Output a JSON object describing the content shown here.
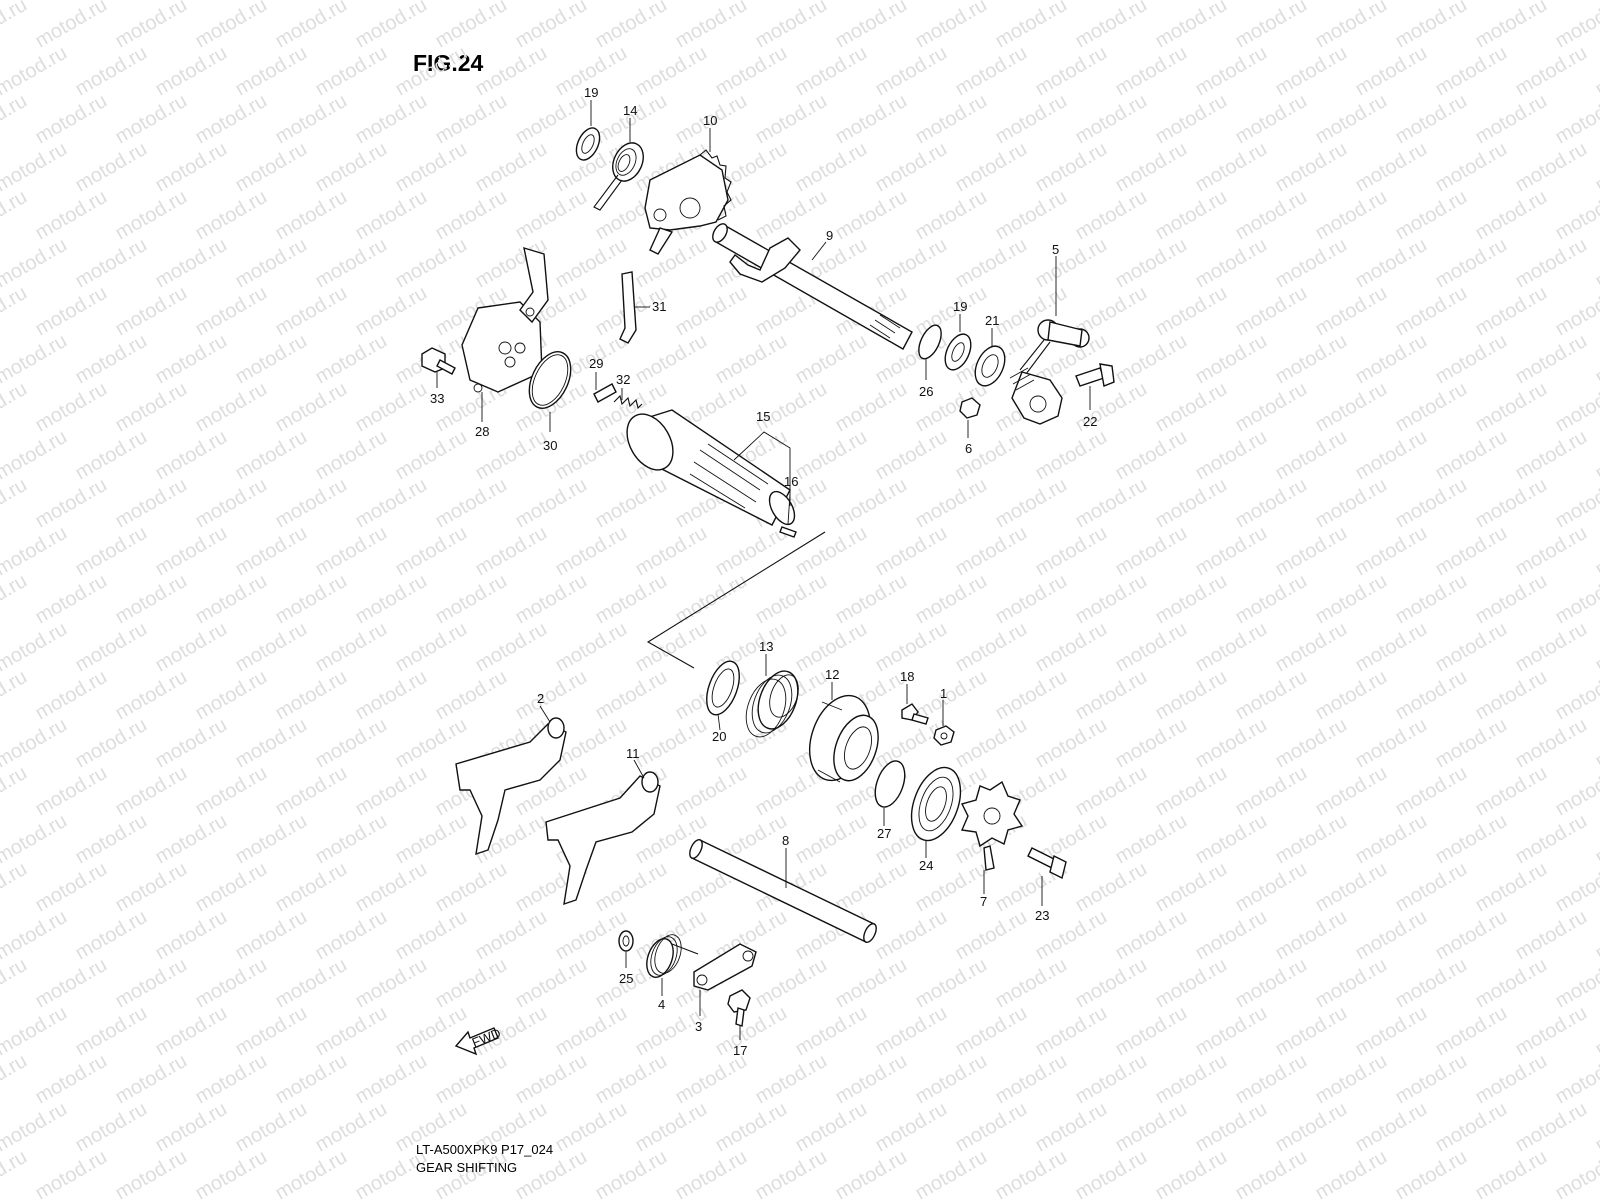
{
  "figure": {
    "title": "FIG.24",
    "model_code": "LT-A500XPK9 P17_024",
    "caption": "GEAR SHIFTING",
    "fwd_label": "FWD",
    "watermark": "motod.ru"
  },
  "callouts": [
    "19",
    "14",
    "10",
    "9",
    "31",
    "5",
    "19",
    "21",
    "33",
    "28",
    "30",
    "29",
    "32",
    "15",
    "16",
    "26",
    "6",
    "22",
    "13",
    "12",
    "18",
    "1",
    "2",
    "11",
    "20",
    "27",
    "24",
    "8",
    "7",
    "23",
    "25",
    "4",
    "3",
    "17"
  ],
  "colors": {
    "line": "#111111",
    "watermark": "#dddddd",
    "background": "#ffffff"
  }
}
